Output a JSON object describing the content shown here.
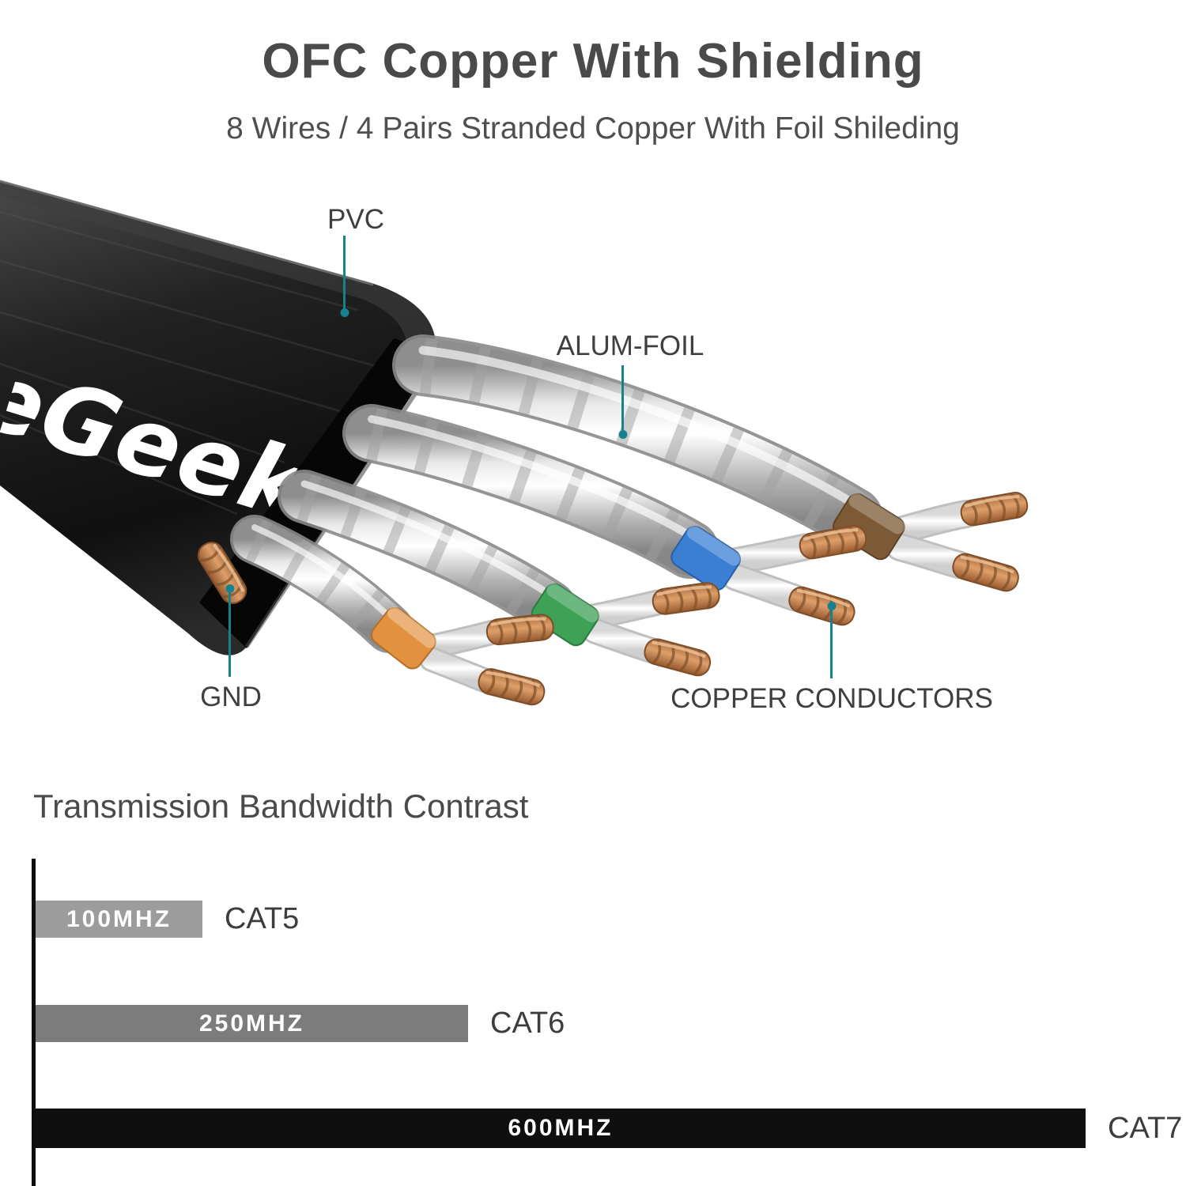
{
  "page": {
    "background": "#ffffff"
  },
  "header": {
    "title": "OFC Copper With Shielding",
    "subtitle": "8 Wires / 4 Pairs Stranded Copper With Foil Shileding"
  },
  "cable": {
    "brand": "CableGeeker",
    "callouts": {
      "pvc": "PVC",
      "alum_foil": "ALUM-FOIL",
      "gnd": "GND",
      "copper_conductors": "COPPER CONDUCTORS"
    },
    "colors": {
      "jacket": "#1c1c1c",
      "foil": "#d9d9d9",
      "copper": "#c5804e",
      "sleeve_orange": "#e2923f",
      "sleeve_green": "#3da156",
      "sleeve_blue": "#3b7fd4",
      "sleeve_brown": "#7b5a35",
      "callout_line": "#17828f"
    }
  },
  "chart": {
    "title": "Transmission Bandwidth Contrast",
    "bars": [
      {
        "label": "100MHZ",
        "category": "CAT5",
        "value_mhz": 100,
        "color": "#9c9c9c"
      },
      {
        "label": "250MHZ",
        "category": "CAT6",
        "value_mhz": 250,
        "color": "#7c7c7c"
      },
      {
        "label": "600MHZ",
        "category": "CAT7",
        "value_mhz": 600,
        "color": "#0f0f0f"
      }
    ]
  },
  "chart_data": {
    "type": "bar",
    "orientation": "horizontal",
    "title": "Transmission Bandwidth Contrast",
    "categories": [
      "CAT5",
      "CAT6",
      "CAT7"
    ],
    "values": [
      100,
      250,
      600
    ],
    "unit": "MHz",
    "bar_labels": [
      "100MHZ",
      "250MHZ",
      "600MHZ"
    ],
    "xlim": [
      0,
      650
    ],
    "grid": false,
    "legend": false
  }
}
